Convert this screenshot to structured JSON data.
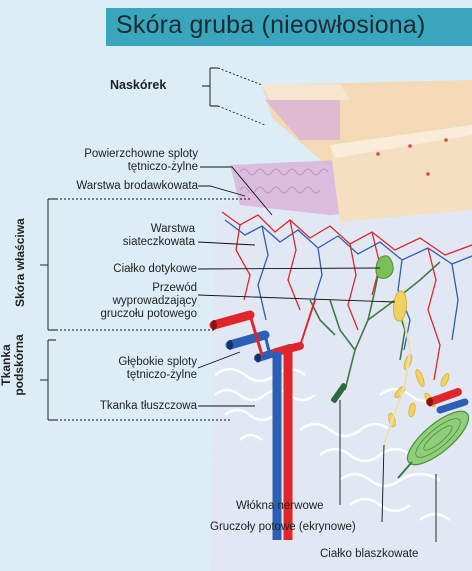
{
  "title": "Skóra gruba (nieowłosiona)",
  "layers": {
    "epidermis": "Naskórek",
    "dermis": "Skóra właściwa",
    "hypodermis_line1": "Tkanka",
    "hypodermis_line2": "podskórna"
  },
  "labels": {
    "superficial_plexus_line1": "Powierzchowne sploty",
    "superficial_plexus_line2": "tętniczo-żylne",
    "papillary_layer": "Warstwa brodawkowata",
    "reticular_line1": "Warstwa",
    "reticular_line2": "siateczkowata",
    "touch_corpuscle": "Ciałko dotykowe",
    "duct_line1": "Przewód",
    "duct_line2": "wyprowadzający",
    "duct_line3": "gruczołu potowego",
    "deep_plexus_line1": "Głębokie sploty",
    "deep_plexus_line2": "tętniczo-żylne",
    "fat_tissue": "Tkanka tłuszczowa",
    "nerve_fibers": "Włókna nerwowe",
    "sweat_glands": "Gruczoły potowe (ekrynowe)",
    "lamellar_corpuscle": "Ciałko blaszkowate"
  },
  "colors": {
    "background": "#ddedf6",
    "title_bar": "#3aa6bd",
    "artery": "#e0262b",
    "vein": "#2e5fb6",
    "nerve": "#3f7a4a",
    "epidermis": "#f3d9b6",
    "papillary": "#d9b3d9",
    "gland": "#f2d160"
  }
}
